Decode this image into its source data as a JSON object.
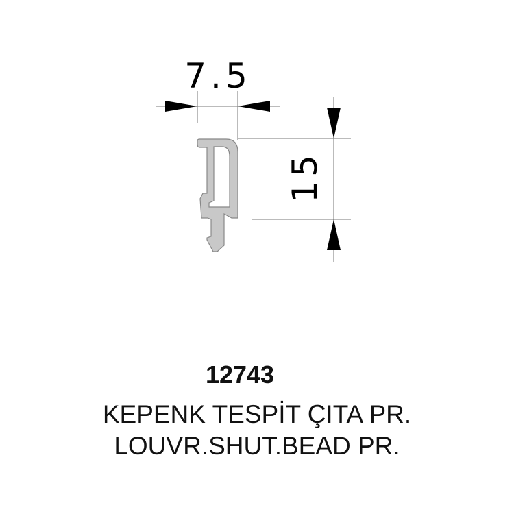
{
  "drawing": {
    "width_dimension": "7.5",
    "height_dimension": "15",
    "profile_color": "#c8c8c8"
  },
  "product": {
    "code": "12743",
    "name_tr": "KEPENK TESPİT ÇITA PR.",
    "name_en": "LOUVR.SHUT.BEAD PR."
  }
}
